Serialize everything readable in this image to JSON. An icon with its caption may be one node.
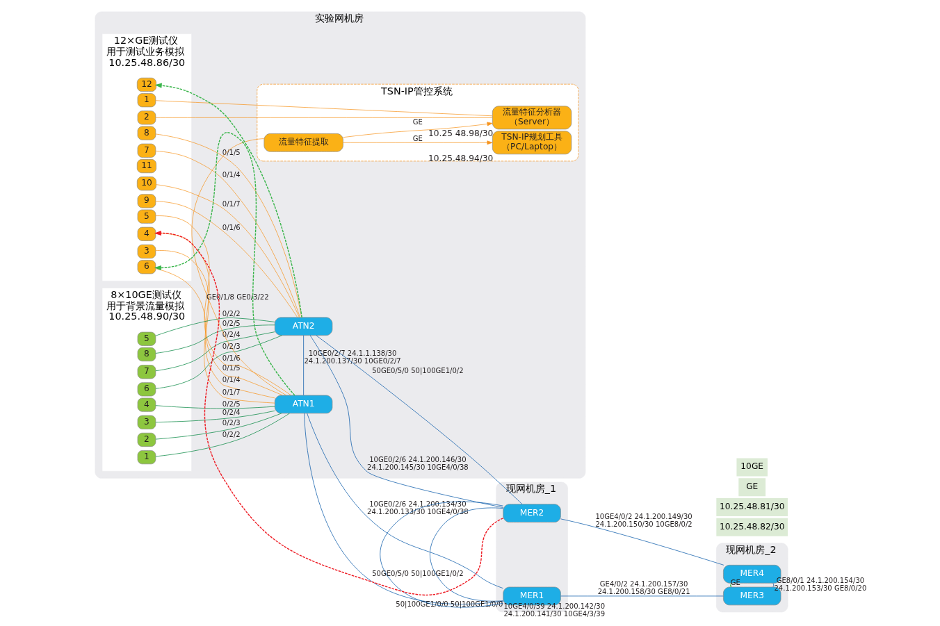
{
  "diagram": {
    "nodes": [
      {
        "text": [
          "实验网机房"
        ]
      },
      {
        "text": [
          "12×GE测试仪",
          "用于测试业务模拟",
          "10.25.48.86/30"
        ],
        "in": 0
      },
      {
        "text": [
          "1"
        ],
        "in": 1
      },
      {
        "text": [
          "2"
        ],
        "in": 1
      },
      {
        "text": [
          "3"
        ],
        "in": 1
      },
      {
        "text": [
          "4"
        ],
        "in": 1
      },
      {
        "text": [
          "5"
        ],
        "in": 1
      },
      {
        "text": [
          "6"
        ],
        "in": 1
      },
      {
        "text": [
          "7"
        ],
        "in": 1
      },
      {
        "text": [
          "8"
        ],
        "in": 1
      },
      {
        "text": [
          "9"
        ],
        "in": 1
      },
      {
        "text": [
          "10"
        ],
        "in": 1
      },
      {
        "text": [
          "11"
        ],
        "in": 1
      },
      {
        "text": [
          "12"
        ],
        "in": 1
      },
      {
        "text": [
          "8×10GE测试仪",
          "用于背景流量模拟",
          "10.25.48.90/30"
        ],
        "in": 0
      },
      {
        "text": [
          "1"
        ],
        "in": 14
      },
      {
        "text": [
          "2"
        ],
        "in": 14
      },
      {
        "text": [
          "3"
        ],
        "in": 14
      },
      {
        "text": [
          "4"
        ],
        "in": 14
      },
      {
        "text": [
          "5"
        ],
        "in": 14
      },
      {
        "text": [
          "6"
        ],
        "in": 14
      },
      {
        "text": [
          "7"
        ],
        "in": 14
      },
      {
        "text": [
          "8"
        ],
        "in": 14
      },
      {
        "text": [
          "TSN-IP管控系统"
        ],
        "in": 0
      },
      {
        "text": [
          "流量特征分析器",
          "（Server）"
        ],
        "in": 23,
        "beside": [
          "10.25 48.98/30"
        ]
      },
      {
        "text": [
          "TSN-IP规划工具",
          "（PC/Laptop）"
        ],
        "in": 23,
        "beside": [
          "10.25.48.94/30"
        ]
      },
      {
        "text": [
          "流量特征提取"
        ],
        "in": 23
      },
      {
        "text": [
          "ATN1"
        ],
        "in": 0
      },
      {
        "text": [
          "ATN2"
        ],
        "in": 0
      },
      {
        "text": [
          "现网机房_1"
        ]
      },
      {
        "text": [
          "MER1"
        ],
        "in": 29
      },
      {
        "text": [
          "MER2"
        ],
        "in": 29
      },
      {
        "text": [
          "现网机房_2"
        ]
      },
      {
        "text": [
          "MER3"
        ],
        "in": 32
      },
      {
        "text": [
          "MER4"
        ],
        "in": 32
      }
    ],
    "edges": [
      {
        "from": 2,
        "to": 24,
        "arrow": "none",
        "color": "#f7941d"
      },
      {
        "from": 3,
        "to": 24,
        "arrow": "none",
        "color": "#f7941d"
      },
      {
        "from": 4,
        "to": 27,
        "arrow": "none",
        "label": "0/1/4",
        "color": "#f7941d"
      },
      {
        "from": 5,
        "to": 27,
        "arrow": "none",
        "label": "0/1/5",
        "color": "#f7941d"
      },
      {
        "from": 6,
        "to": 27,
        "arrow": "none",
        "label": "0/1/6",
        "color": "#f7941d"
      },
      {
        "from": 7,
        "to": 27,
        "arrow": "none",
        "label": "0/1/7",
        "color": "#f7941d"
      },
      {
        "from": 8,
        "to": 28,
        "arrow": "none",
        "label": "0/1/4",
        "color": "#f7941d"
      },
      {
        "from": 9,
        "to": 28,
        "arrow": "none",
        "label": "0/1/5",
        "color": "#f7941d"
      },
      {
        "from": 10,
        "to": 28,
        "arrow": "none",
        "label": "0/1/6",
        "color": "#f7941d"
      },
      {
        "from": 11,
        "to": 28,
        "arrow": "none",
        "label": "0/1/7",
        "color": "#f7941d"
      },
      {
        "from": 15,
        "to": 27,
        "arrow": "none",
        "label": "0/2/2",
        "color": "#00843d"
      },
      {
        "from": 16,
        "to": 27,
        "arrow": "none",
        "label": "0/2/3",
        "color": "#00843d"
      },
      {
        "from": 17,
        "to": 27,
        "arrow": "none",
        "label": "0/2/4",
        "color": "#00843d"
      },
      {
        "from": 18,
        "to": 27,
        "arrow": "none",
        "label": "0/2/5",
        "color": "#00843d"
      },
      {
        "from": 19,
        "to": 28,
        "arrow": "none",
        "label": "0/2/2",
        "color": "#00843d"
      },
      {
        "from": 20,
        "to": 28,
        "arrow": "none",
        "label": "0/2/3",
        "color": "#00843d"
      },
      {
        "from": 21,
        "to": 28,
        "arrow": "none",
        "label": "0/2/4",
        "color": "#00843d"
      },
      {
        "from": 22,
        "to": 28,
        "arrow": "none",
        "label": "0/2/5",
        "color": "#00843d"
      },
      {
        "from": 26,
        "to": 24,
        "arrow": "to",
        "label": "GE",
        "color": "#f7941d"
      },
      {
        "from": 26,
        "to": 25,
        "arrow": "to",
        "label": "GE",
        "color": "#f7941d"
      },
      {
        "from": 26,
        "to": 27,
        "arrow": "none",
        "label": "GE0/1/8 GE0/3/22",
        "color": "#f7941d"
      },
      {
        "from": 27,
        "to": 30,
        "arrow": "none",
        "label": "10GE0/2/6 24.1.200.134/30 24.1.200.133/30 10GE4/0/38",
        "color": "#0054a6"
      },
      {
        "from": 27,
        "to": 30,
        "arrow": "none",
        "label": "50GE0/5/0 50|100GE1/0/2",
        "color": "#0054a6"
      },
      {
        "from": 27,
        "to": 28,
        "arrow": "none",
        "label": "10GE0/2/7 24.1.1.138/30 24.1.200.137/30 10GE0/2/7",
        "color": "#0054a6"
      },
      {
        "from": 28,
        "to": 31,
        "arrow": "none",
        "label": "50GE0/5/0 50|100GE1/0/2",
        "color": "#0054a6"
      },
      {
        "from": 28,
        "to": 31,
        "arrow": "none",
        "label": "10GE0/2/6 24.1.200.146/30 24.1.200.145/30 10GE4/0/38",
        "color": "#0054a6"
      },
      {
        "from": 30,
        "to": 31,
        "arrow": "none",
        "label": "50|100GE1/0/0 50|100GE1/0/0",
        "color": "#0054a6"
      },
      {
        "from": 30,
        "to": 31,
        "arrow": "none",
        "label": "10GE4/0/39 24.1.200.142/30 24.1.200.141/30 10GE4/3/39",
        "color": "#0054a6"
      },
      {
        "from": 30,
        "to": 33,
        "arrow": "none",
        "label": "GE4/0/2 24.1.200.157/30 24.1.200.158/30 GE8/0/21",
        "color": "#0054a6"
      },
      {
        "from": 31,
        "to": 34,
        "arrow": "none",
        "label": "10GE4/0/2 24.1.200.149/30 24.1.200.150/30 10GE8/0/2",
        "color": "#0054a6"
      },
      {
        "from": 33,
        "to": 34,
        "arrow": "none",
        "label": "GE8/0/1 24.1.200.154/30 24.1.200.153/30 GE8/0/20",
        "color": "#0054a6"
      },
      {
        "from": 31,
        "to": 5,
        "arrow": "to",
        "style": "dashed",
        "color": "#ee1c25"
      },
      {
        "from": 27,
        "to": 7,
        "arrow": "to",
        "style": "dashed",
        "color": "#39b54a"
      },
      {
        "from": 28,
        "to": 13,
        "arrow": "to",
        "style": "dashed",
        "color": "#39b54a"
      },
      {
        "from": 33,
        "to": 34,
        "arrow": "none",
        "label": "GE",
        "style": "dashed",
        "color": "#39b54a"
      }
    ],
    "labels": [
      "10.25.48.82/30",
      "10.25.48.81/30",
      "GE",
      "10GE"
    ]
  }
}
